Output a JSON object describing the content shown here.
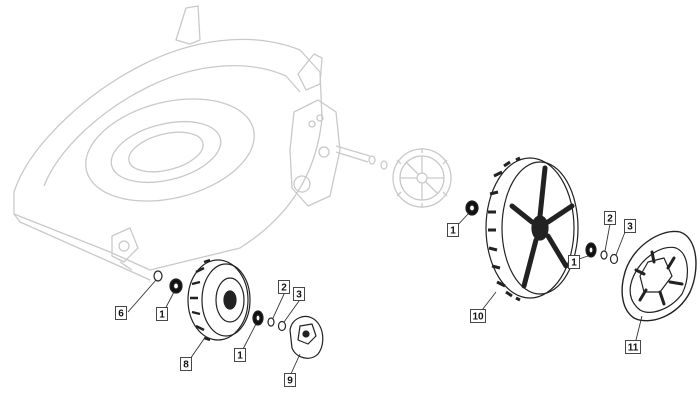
{
  "diagram": {
    "colors": {
      "ghost": "#c9c9c9",
      "part": "#222222",
      "leader": "#333333",
      "box": "#ffffff"
    },
    "callouts": [
      {
        "id": "c6",
        "label": "6"
      },
      {
        "id": "c1a",
        "label": "1"
      },
      {
        "id": "c8",
        "label": "8"
      },
      {
        "id": "c1b",
        "label": "1"
      },
      {
        "id": "c2a",
        "label": "2"
      },
      {
        "id": "c3a",
        "label": "3"
      },
      {
        "id": "c9",
        "label": "9"
      },
      {
        "id": "c1c",
        "label": "1"
      },
      {
        "id": "c10",
        "label": "10"
      },
      {
        "id": "c2b",
        "label": "2"
      },
      {
        "id": "c3b",
        "label": "3"
      },
      {
        "id": "c1d",
        "label": "1"
      },
      {
        "id": "c11",
        "label": "11"
      }
    ]
  }
}
